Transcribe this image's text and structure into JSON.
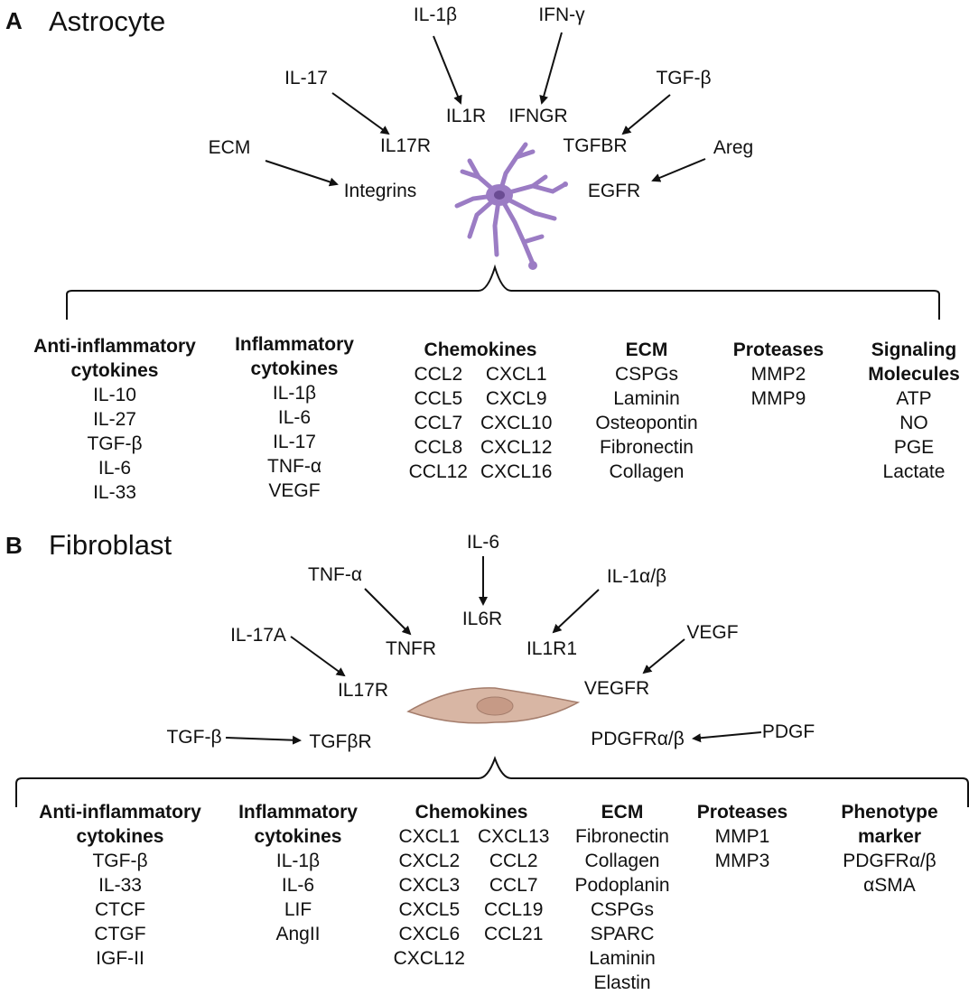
{
  "panel_a": {
    "letter": "A",
    "title": "Astrocyte",
    "ligands": {
      "il1b": "IL-1β",
      "ifng": "IFN-γ",
      "il17": "IL-17",
      "tgfb": "TGF-β",
      "ecm": "ECM",
      "areg": "Areg"
    },
    "receptors": {
      "il1r": "IL1R",
      "ifngr": "IFNGR",
      "il17r": "IL17R",
      "tgfbr": "TGFBR",
      "integrins": "Integrins",
      "egfr": "EGFR"
    },
    "columns": [
      {
        "heading": [
          "Anti-inflammatory",
          "cytokines"
        ],
        "items": [
          "IL-10",
          "IL-27",
          "TGF-β",
          "IL-6",
          "IL-33"
        ]
      },
      {
        "heading": [
          "Inflammatory",
          "cytokines"
        ],
        "items": [
          "IL-1β",
          "IL-6",
          "IL-17",
          "TNF-α",
          "VEGF"
        ]
      },
      {
        "heading": [
          "Chemokines"
        ],
        "items_left": [
          "CCL2",
          "CCL5",
          "CCL7",
          "CCL8",
          "CCL12"
        ],
        "items_right": [
          "CXCL1",
          "CXCL9",
          "CXCL10",
          "CXCL12",
          "CXCL16"
        ]
      },
      {
        "heading": [
          "ECM"
        ],
        "items": [
          "CSPGs",
          "Laminin",
          "Osteopontin",
          "Fibronectin",
          "Collagen"
        ]
      },
      {
        "heading": [
          "Proteases"
        ],
        "items": [
          "MMP2",
          "MMP9"
        ]
      },
      {
        "heading": [
          "Signaling",
          "Molecules"
        ],
        "items": [
          "ATP",
          "NO",
          "PGE",
          "Lactate"
        ]
      }
    ],
    "cell_color": "#9b7cc4"
  },
  "panel_b": {
    "letter": "B",
    "title": "Fibroblast",
    "ligands": {
      "il6": "IL-6",
      "tnfa": "TNF-α",
      "il1ab": "IL-1α/β",
      "il17a": "IL-17A",
      "vegf": "VEGF",
      "tgfb": "TGF-β",
      "pdgf": "PDGF"
    },
    "receptors": {
      "il6r": "IL6R",
      "tnfr": "TNFR",
      "il1r1": "IL1R1",
      "il17r": "IL17R",
      "vegfr": "VEGFR",
      "tgfbr": "TGFβR",
      "pdgfr": "PDGFRα/β"
    },
    "columns": [
      {
        "heading": [
          "Anti-inflammatory",
          "cytokines"
        ],
        "items": [
          "TGF-β",
          "IL-33",
          "CTCF",
          "CTGF",
          "IGF-II"
        ]
      },
      {
        "heading": [
          "Inflammatory",
          "cytokines"
        ],
        "items": [
          "IL-1β",
          "IL-6",
          "LIF",
          "AngII"
        ]
      },
      {
        "heading": [
          "Chemokines"
        ],
        "items_left": [
          "CXCL1",
          "CXCL2",
          "CXCL3",
          "CXCL5",
          "CXCL6",
          "CXCL12"
        ],
        "items_right": [
          "CXCL13",
          "CCL2",
          "CCL7",
          "CCL19",
          "CCL21"
        ]
      },
      {
        "heading": [
          "ECM"
        ],
        "items": [
          "Fibronectin",
          "Collagen",
          "Podoplanin",
          "CSPGs",
          "SPARC",
          "Laminin",
          "Elastin"
        ]
      },
      {
        "heading": [
          "Proteases"
        ],
        "items": [
          "MMP1",
          "MMP3"
        ]
      },
      {
        "heading": [
          "Phenotype",
          "marker"
        ],
        "items": [
          "PDGFRα/β",
          "αSMA"
        ]
      }
    ],
    "cell_color": "#d8b6a4",
    "nucleus_color": "#c69a86"
  }
}
